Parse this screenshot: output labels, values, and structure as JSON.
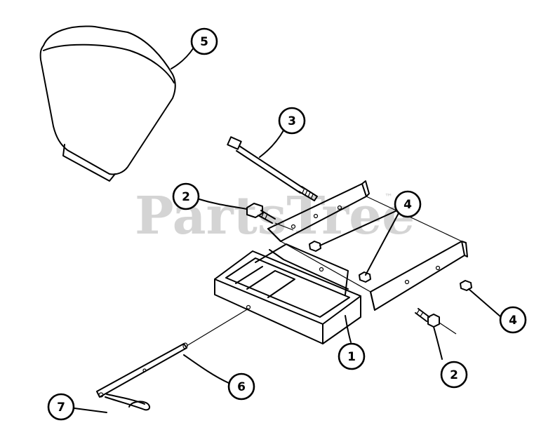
{
  "watermark": {
    "text": "PartsTree",
    "trademark": "™"
  },
  "callouts": [
    {
      "label": "5"
    },
    {
      "label": "3"
    },
    {
      "label": "2"
    },
    {
      "label": "4"
    },
    {
      "label": "4"
    },
    {
      "label": "1"
    },
    {
      "label": "2"
    },
    {
      "label": "6"
    },
    {
      "label": "7"
    }
  ]
}
